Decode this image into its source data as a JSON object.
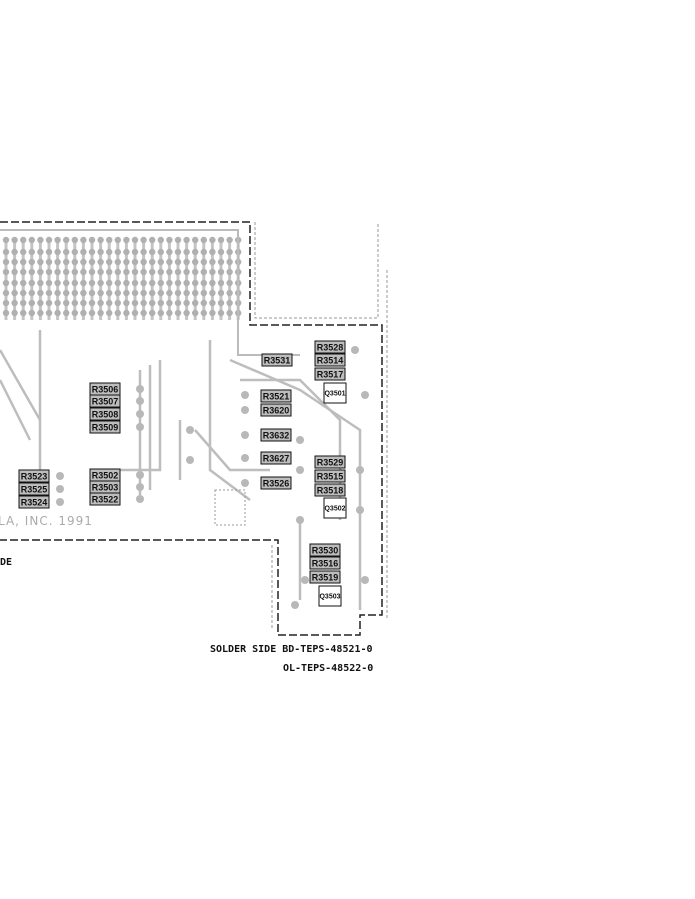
{
  "board": {
    "copyright_fragment": "LA, INC. 1991",
    "side_fragment": "DE",
    "caption_line1": "SOLDER SIDE BD-TEPS-48521-0",
    "caption_line2": "OL-TEPS-48522-0"
  },
  "resistors": [
    "R3506",
    "R3507",
    "R3508",
    "R3509",
    "R3502",
    "R3503",
    "R3522",
    "R3523",
    "R3525",
    "R3524",
    "R3531",
    "R3528",
    "R3514",
    "R3517",
    "R3521",
    "R3620",
    "R3632",
    "R3627",
    "R3526",
    "R3529",
    "R3515",
    "R3518",
    "R3530",
    "R3516",
    "R3519"
  ],
  "transistors": [
    "Q3501",
    "Q3502",
    "Q3503"
  ],
  "colors": {
    "trace": "#b4b4b4",
    "outline": "#222222",
    "label_box": "#bdbdbd"
  }
}
